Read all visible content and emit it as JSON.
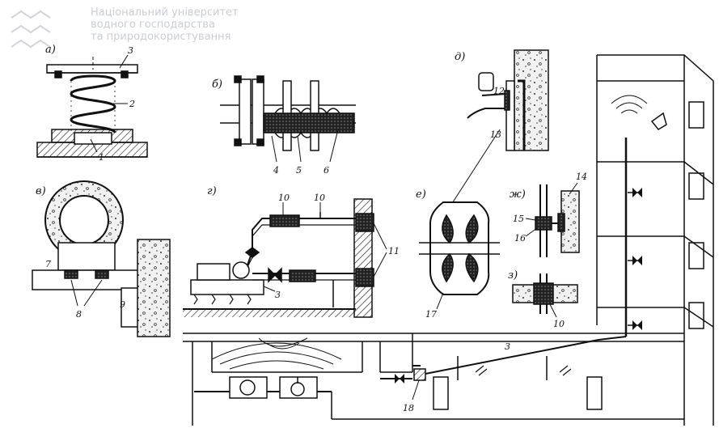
{
  "watermark": {
    "lines": [
      "Національний університет",
      "водного господарства",
      "та природокористування"
    ]
  },
  "panels": {
    "a": "а)",
    "b": "б)",
    "v": "в)",
    "g": "г)",
    "d": "д)",
    "e": "е)",
    "zh": "ж)",
    "z": "з)"
  },
  "callouts": {
    "c1": "1",
    "c2": "2",
    "c3a": "3",
    "c3g": "3",
    "c3pipe": "3",
    "c4": "4",
    "c5": "5",
    "c6": "6",
    "c7": "7",
    "c8": "8",
    "c9": "9",
    "c10a": "10",
    "c10b": "10",
    "c10z": "10",
    "c11": "11",
    "c12": "12",
    "c13": "13",
    "c14": "14",
    "c15": "15",
    "c16": "16",
    "c17": "17",
    "c18": "18"
  }
}
